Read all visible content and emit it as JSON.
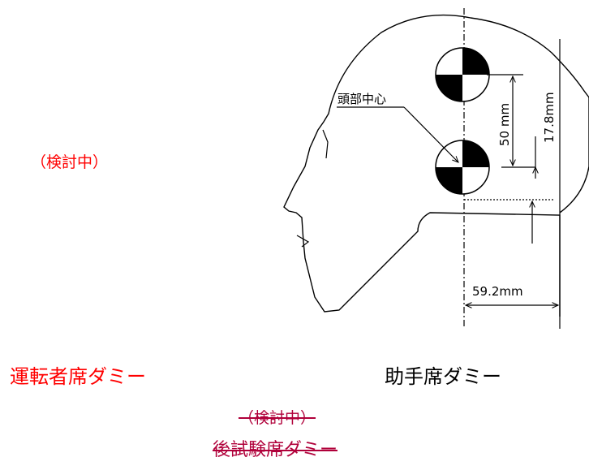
{
  "driver": {
    "status": "（検討中）",
    "label": "運転者席ダミー"
  },
  "passenger": {
    "label": "助手席ダミー",
    "annotations": {
      "head_center": "頭部中心",
      "dim_50": "50 mm",
      "dim_17_8": "17.8mm",
      "dim_59_2": "59.2mm"
    }
  },
  "rear": {
    "status": "（検討中）",
    "label": "後試験席ダミー"
  },
  "colors": {
    "driver_text": "#ff0000",
    "rear_text": "#b0003a",
    "lines": "#000000"
  }
}
